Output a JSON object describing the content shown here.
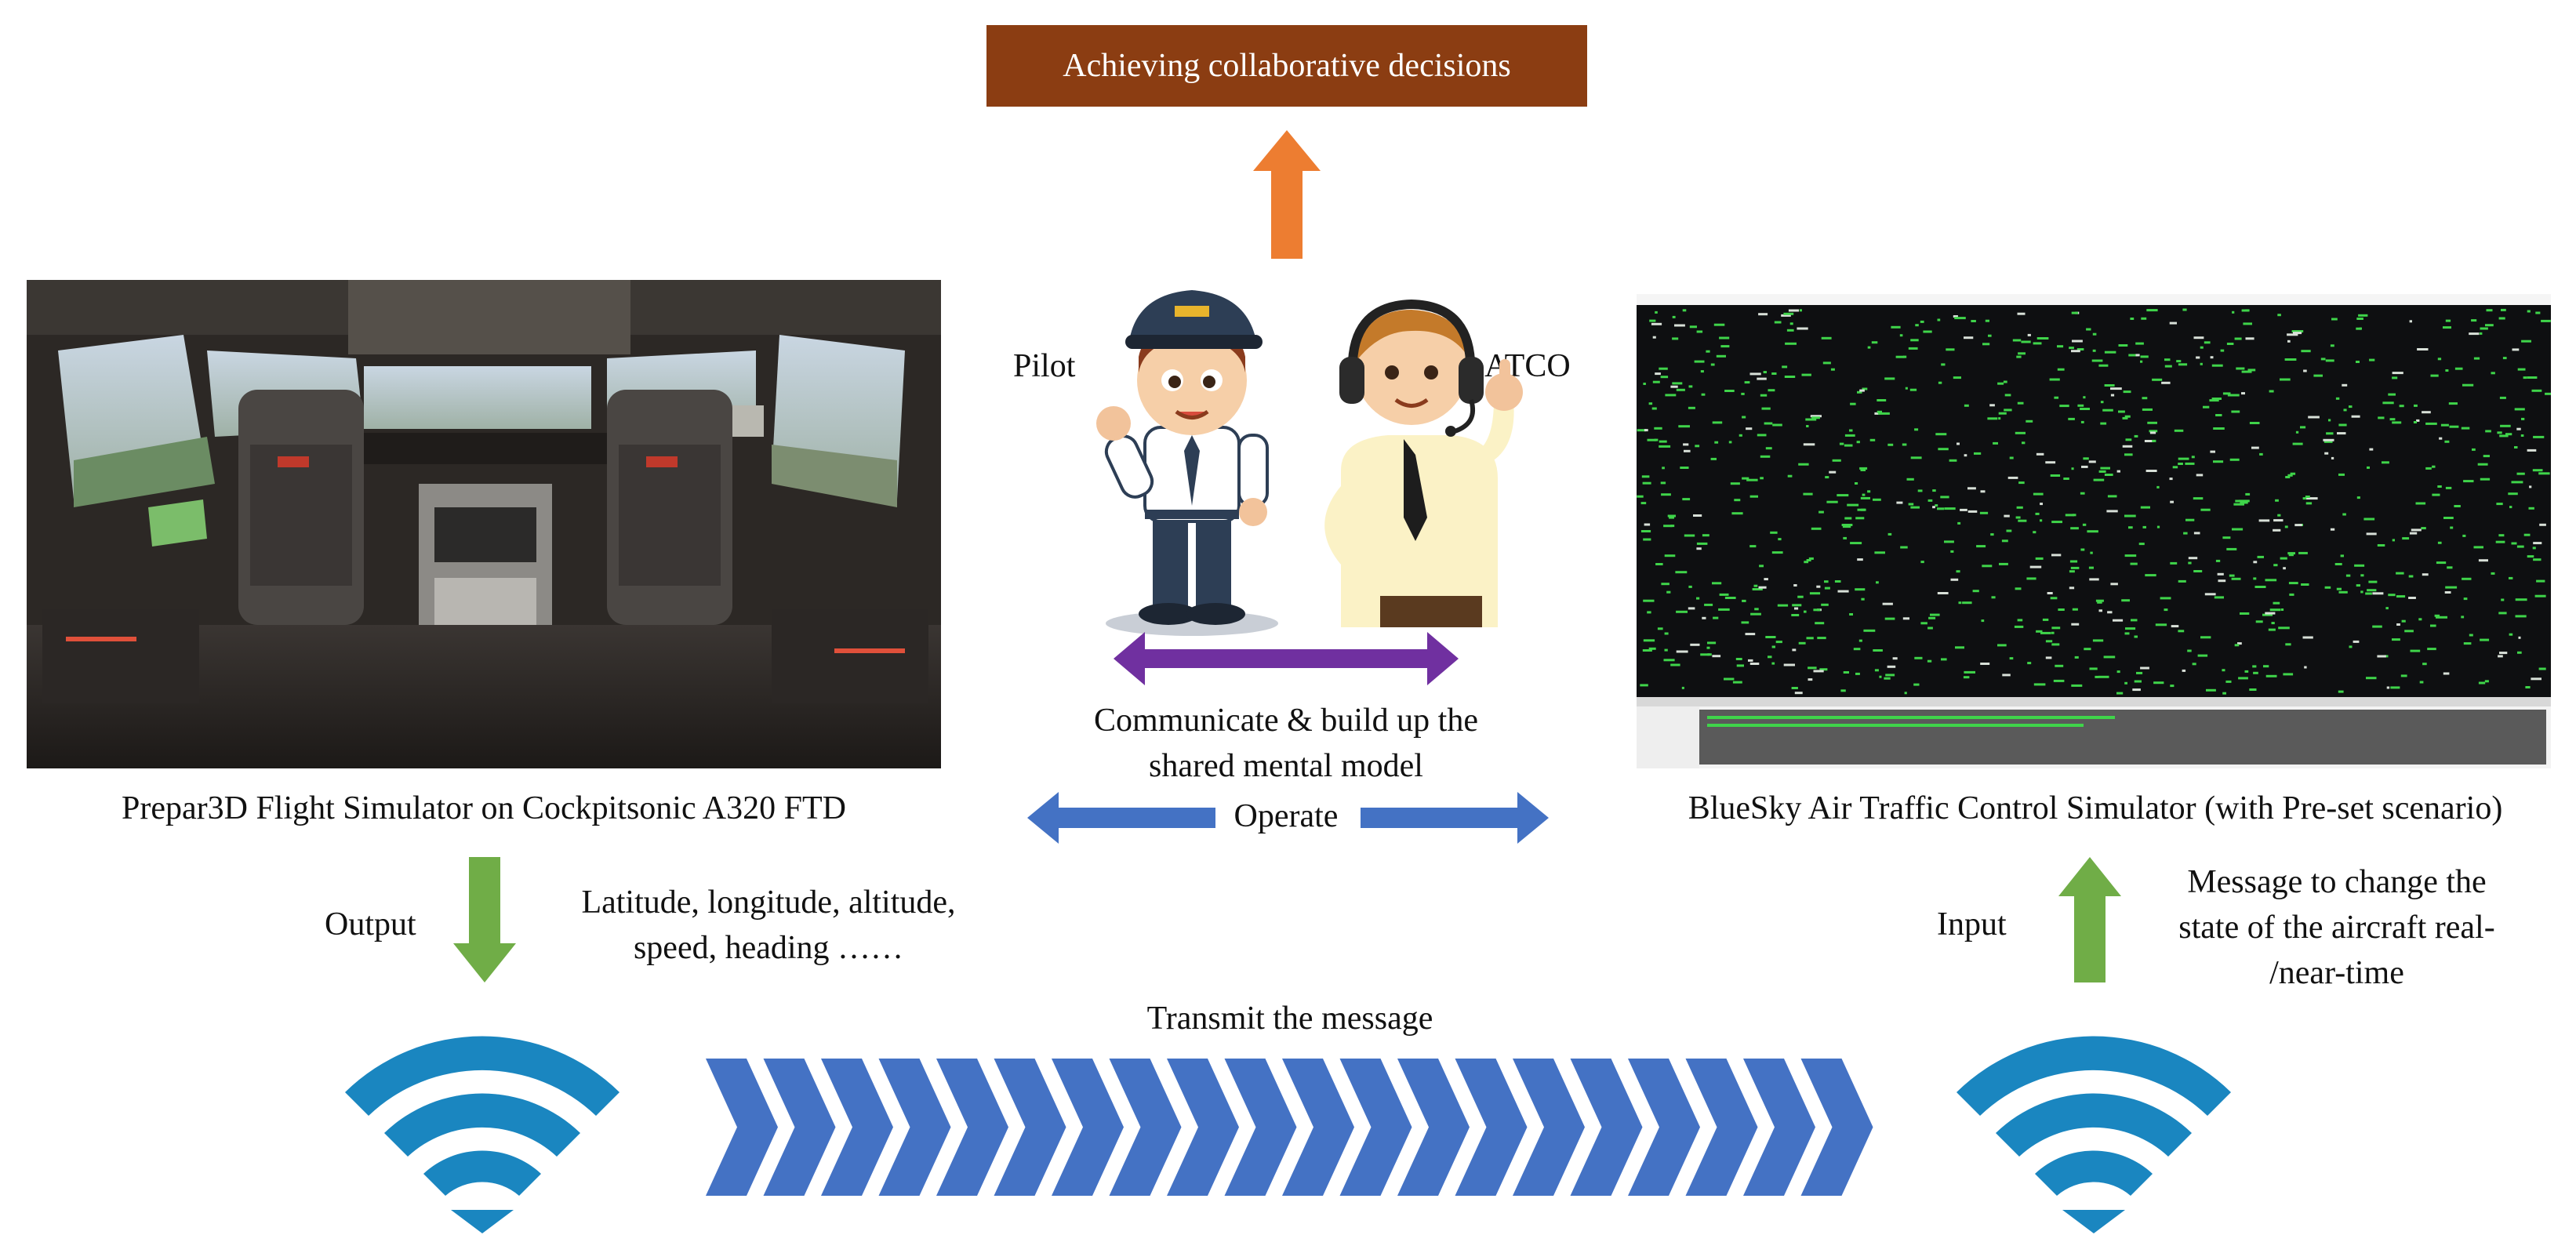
{
  "title": "Achieving collaborative decisions",
  "left_caption": "Prepar3D Flight Simulator on Cockpitsonic A320 FTD",
  "right_caption": "BlueSky Air Traffic Control Simulator (with Pre-set scenario)",
  "roles": {
    "pilot": "Pilot",
    "atco": "ATCO"
  },
  "communicate_line1": "Communicate & build up the",
  "communicate_line2": "shared mental model",
  "operate": "Operate",
  "output_label": "Output",
  "output_desc_line1": "Latitude, longitude, altitude,",
  "output_desc_line2": "speed, heading ……",
  "input_label": "Input",
  "input_desc_line1": "Message to change the",
  "input_desc_line2": "state of the aircraft real-",
  "input_desc_line3": "/near-time",
  "transmit": "Transmit the message",
  "colors": {
    "title_box": "#8b3d12",
    "up_arrow": "#ed7d31",
    "purple_arrow": "#7030a0",
    "blue_arrow": "#4472c4",
    "green_arrow": "#70ad47",
    "wifi": "#1a86c0",
    "chevron": "#4472c4"
  },
  "icons": [
    "wifi-icon-left",
    "wifi-icon-right",
    "pilot-cartoon",
    "atco-cartoon"
  ]
}
